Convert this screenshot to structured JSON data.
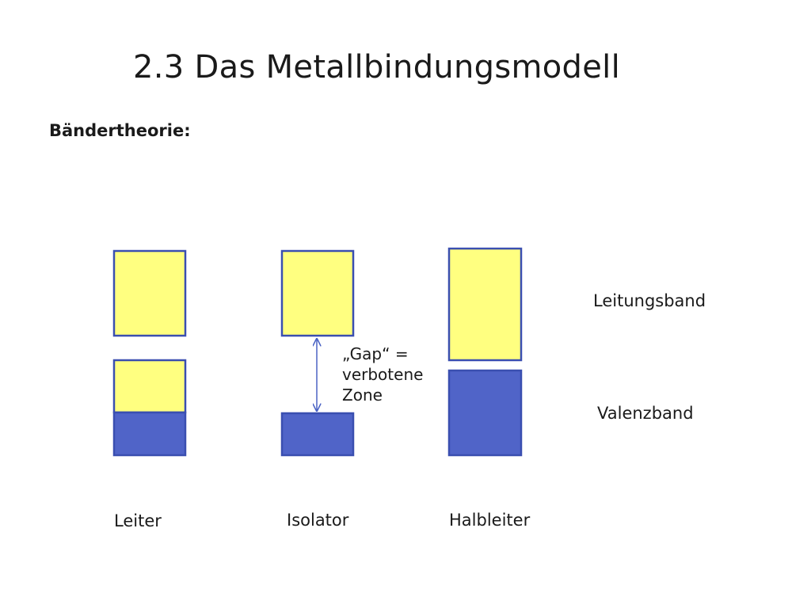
{
  "slide": {
    "title": "2.3 Das Metallbindungsmodell",
    "subtitle": "Bändertheorie:"
  },
  "colors": {
    "conduction_band_fill": "#ffff80",
    "valence_band_fill": "#5064c8",
    "border": "#3a4fb0",
    "arrow": "#4a63c4"
  },
  "band_labels": {
    "conduction": "Leitungsband",
    "valence": "Valenzband"
  },
  "gap_label": {
    "line1": "„Gap“ =",
    "line2": "verbotene",
    "line3": "Zone"
  },
  "materials": [
    {
      "name": "Leiter"
    },
    {
      "name": "Isolator"
    },
    {
      "name": "Halbleiter"
    }
  ]
}
